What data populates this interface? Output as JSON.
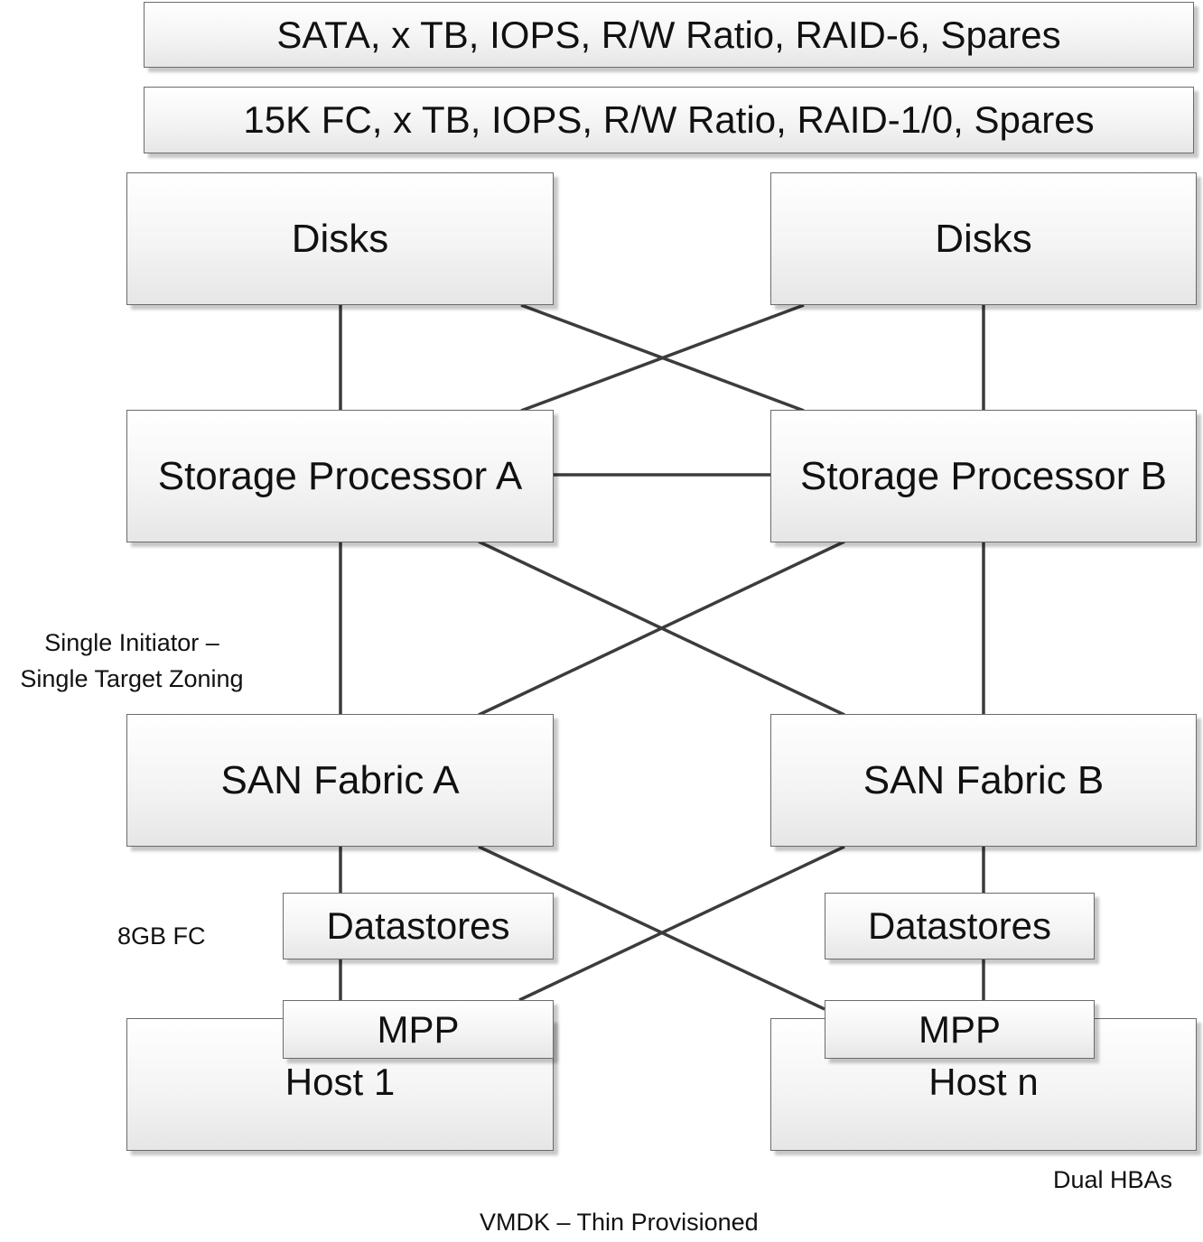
{
  "tiers": {
    "sata": "SATA, x TB, IOPS, R/W Ratio, RAID-6, Spares",
    "fc15k": "15K FC, x TB, IOPS, R/W Ratio, RAID-1/0, Spares"
  },
  "disks": {
    "left": "Disks",
    "right": "Disks"
  },
  "storage_processors": {
    "a": "Storage Processor A",
    "b": "Storage Processor B"
  },
  "fabrics": {
    "a": "SAN Fabric A",
    "b": "SAN Fabric B"
  },
  "datastores": {
    "left": "Datastores",
    "right": "Datastores"
  },
  "mpp": {
    "left": "MPP",
    "right": "MPP"
  },
  "hosts": {
    "first": "Host 1",
    "last": "Host n"
  },
  "notes": {
    "zoning_line1": "Single Initiator –",
    "zoning_line2": "Single Target Zoning",
    "fc_speed": "8GB FC",
    "hba": "Dual HBAs",
    "vmdk": "VMDK – Thin Provisioned"
  }
}
